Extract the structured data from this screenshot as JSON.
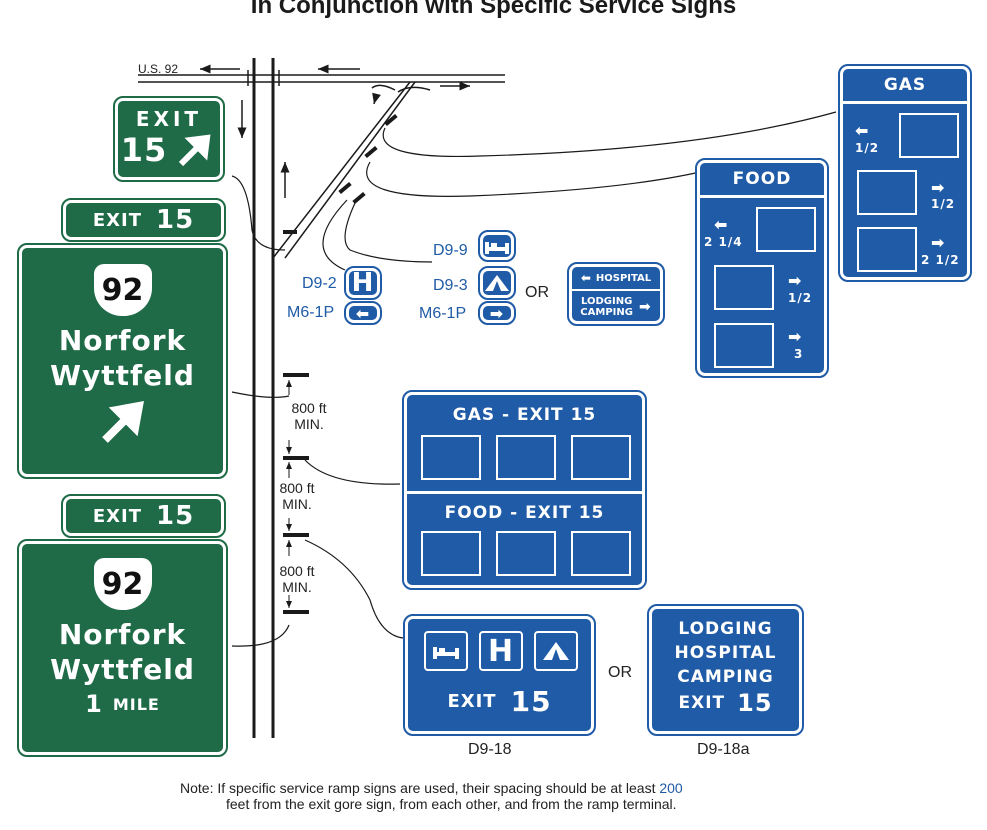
{
  "diagram": {
    "title": "In Conjunction with Specific Service Signs",
    "route_label": "U.S. 92",
    "exit_gore": {
      "line1": "EXIT",
      "line2": "15"
    },
    "plaque_1": {
      "exit": "EXIT",
      "num": "15"
    },
    "guide_sign_1": {
      "shield": "92",
      "city1": "Norfork",
      "city2": "Wyttfeld"
    },
    "plaque_2": {
      "exit": "EXIT",
      "num": "15"
    },
    "guide_sign_2": {
      "shield": "92",
      "city1": "Norfork",
      "city2": "Wyttfeld",
      "distance": "1",
      "unit": "MILE"
    },
    "spacing": [
      {
        "value": "800 ft",
        "unit": "MIN."
      },
      {
        "value": "800 ft",
        "unit": "MIN."
      },
      {
        "value": "800 ft",
        "unit": "MIN."
      }
    ],
    "codes": {
      "d9_2": "D9-2",
      "m6_1p_left": "M6-1P",
      "d9_9": "D9-9",
      "d9_3": "D9-3",
      "m6_1p_right": "M6-1P",
      "or1": "OR",
      "or2": "OR",
      "d9_18": "D9-18",
      "d9_18a": "D9-18a"
    },
    "word_sign": {
      "line1": "HOSPITAL",
      "line2a": "LODGING",
      "line2b": "CAMPING"
    },
    "gas_ramp": {
      "title": "GAS",
      "rows": [
        {
          "dist": "1/2",
          "dir": "left"
        },
        {
          "dist": "1/2",
          "dir": "right"
        },
        {
          "dist": "2 1/2",
          "dir": "right"
        }
      ]
    },
    "food_ramp": {
      "title": "FOOD",
      "rows": [
        {
          "dist": "2 1/4",
          "dir": "left"
        },
        {
          "dist": "1/2",
          "dir": "right"
        },
        {
          "dist": "3",
          "dir": "right"
        }
      ]
    },
    "mainline_sign": {
      "gas": "GAS - EXIT  15",
      "food": "FOOD - EXIT  15"
    },
    "d9_18_sign": {
      "exit": "EXIT",
      "num": "15"
    },
    "d9_18a_sign": {
      "l1": "LODGING",
      "l2": "HOSPITAL",
      "l3": "CAMPING",
      "exit": "EXIT",
      "num": "15"
    },
    "note": {
      "line1_a": "Note:  If specific service ramp signs are used, their spacing should be at least ",
      "line1_num": "200",
      "line2": "feet from the exit gore sign, from each other, and from the ramp terminal."
    }
  },
  "colors": {
    "green": "#1f6b47",
    "blue": "#1f5ba6",
    "line": "#1a1a1a"
  }
}
